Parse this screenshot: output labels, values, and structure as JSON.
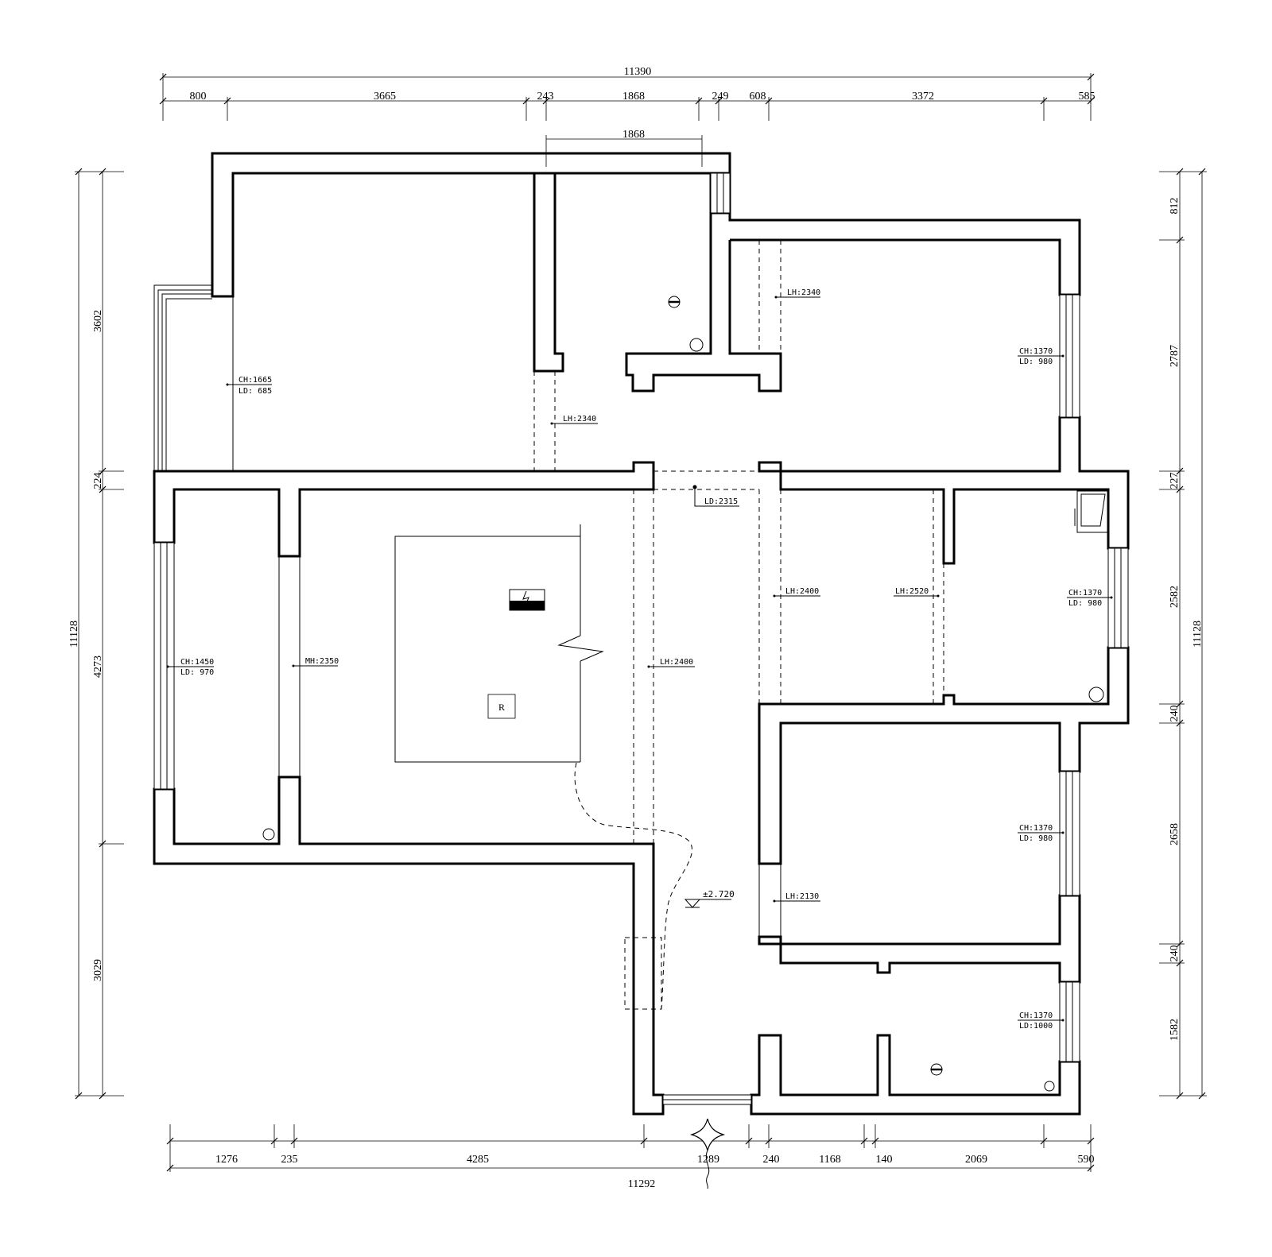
{
  "dimensions": {
    "top_total": "11390",
    "top": [
      "800",
      "3665",
      "243",
      "1868",
      "249",
      "608",
      "3372",
      "585"
    ],
    "top_inner": "1868",
    "bottom_total": "11292",
    "bottom": [
      "1276",
      "235",
      "4285",
      "1289",
      "240",
      "1168",
      "140",
      "2069",
      "590"
    ],
    "left_total": "11128",
    "left": [
      "3602",
      "224",
      "4273",
      "3029"
    ],
    "right_total": "11128",
    "right": [
      "812",
      "2787",
      "227",
      "2582",
      "240",
      "2658",
      "240",
      "1582"
    ]
  },
  "annotations": {
    "bedroom_nw_window": [
      "CH:1665",
      "LD: 685"
    ],
    "corridor_top": "LH:2340",
    "bedroom_ne_opening": "LH:2340",
    "bedroom_ne_window": [
      "CH:1370",
      "LD: 980"
    ],
    "entry_beam": "LD:2315",
    "west_window": [
      "CH:1450",
      "LD: 970"
    ],
    "west_door": "MH:2350",
    "hall_opening": "LH:2400",
    "dining_opening_a": "LH:2400",
    "dining_opening_b": "LH:2520",
    "kitchen_window": [
      "CH:1370",
      "LD: 980"
    ],
    "bedroom_se_window": [
      "CH:1370",
      "LD: 980"
    ],
    "bedroom_se_opening": "LH:2130",
    "bath_window": [
      "CH:1370",
      "LD:1000"
    ],
    "level": "±2.720",
    "fridge": "R"
  }
}
